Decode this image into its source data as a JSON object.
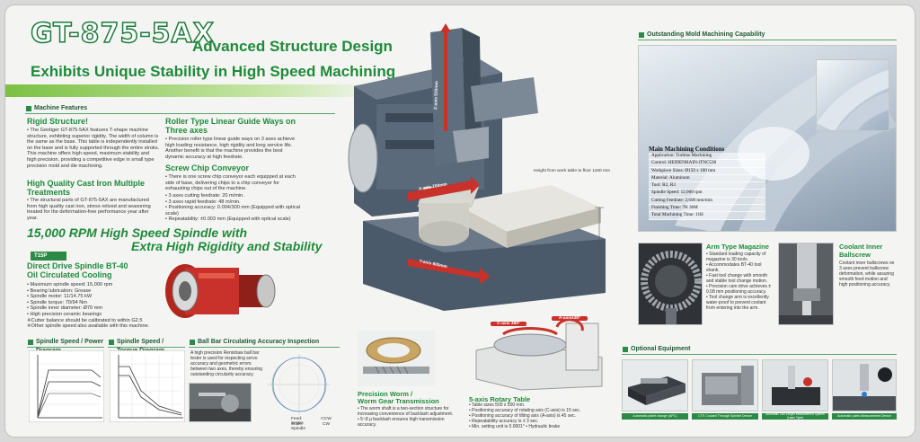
{
  "header": {
    "model": "GT-875-5AX",
    "headline_a": "Advanced Structure Design",
    "headline_b": "Exhibits Unique Stability in High Speed Machining"
  },
  "colors": {
    "brand_green": "#1f8a3a",
    "accent_red": "#c8322a",
    "band_green": "#7bc143"
  },
  "machine_features": {
    "section": "Machine Features",
    "rigid": {
      "title": "Rigid Structure!",
      "text": "• The Gentiger GT-875-5AX features T-shape machine structure, exhibiting superior rigidity. The width of column is the same as the base. This table is independently installed on the base and is fully supported through the entire stroks. This machine offers high speed, maximum stability and high precision, providing a competitive edge in small type precision mold and die machining."
    },
    "cast_iron": {
      "title": "High Quality Cast Iron Multiple Treatments",
      "text": "• The structural parts of GT-875-5AX are manufactured from high quality cast iron, stress relived and seasoning treated for the deformation-free performance year after year."
    },
    "roller": {
      "title": "Roller Type Linear Guide Ways on Three axes",
      "text": "• Precision roller type linear guide ways on 3 axes achieve high loading resistance, high rigidity and long service life. Another benefit is that the machine provides the best dynamic accuracy at high feedrate."
    },
    "chip": {
      "title": "Screw Chip Conveyor",
      "text": "• There is one screw chip conveyor each equipped at each side of base, delivering chips to a chip conveyor for exhausting chips out of the machine."
    },
    "specs": [
      "• 3 axes cutting feedrate: 20 m/min.",
      "• 3 axes rapid feedrate: 48 m/min.",
      "• Positioning accuracy: 0.004/300 mm (Equipped with optical scale)",
      "• Repeatability: ±0.003 mm (Equipped with optical scale)"
    ]
  },
  "spindle": {
    "headline_1": "15,000 RPM High Speed Spindle with",
    "headline_2": "Extra High Rigidity and Stability",
    "tag": "T15P",
    "title_1": "Direct Drive Spindle BT-40",
    "title_2": "Oil Circulated Cooling",
    "items": [
      "• Maximum spindle speed: 15,000 rpm",
      "• Bearing lubrication: Grease",
      "• Spindle motor: 11/14.75 kW",
      "• Spindle torque: 70/94 Nm",
      "• Spindle inner diameter: Ø70 mm",
      "• High precision ceramic bearings",
      "※Cutter balance should be calibrated to within G2.5",
      "※Other spindle speed also available with this machine."
    ]
  },
  "charts": {
    "power_label": "Spindle Speed / Power Diagram",
    "torque_label": "Spindle Speed / Torque Diagram",
    "ballbar_label": "Ball Bar Circulating Accuracy Inspection",
    "ballbar_text": "A high precision Renishaw ball bar tester is used for inspecting servo accuracy and geometric errors between two axes, thereby ensuring outstanding circularity accuracy.",
    "legend_feed": "Feed: Series",
    "legend_scale": "Scale: Spindle",
    "legend_ccw": "CCW",
    "legend_cw": "CW"
  },
  "machine_image": {
    "height_note": "Height from work table to floor 1180 mm",
    "z_axis": "Z-axis 510mm",
    "x_axis": "X-axis 700mm",
    "y_axis": "Y-axis 600mm",
    "c_axis": "C-axis 360°",
    "a_axis": "A-axis±30°"
  },
  "worm": {
    "title_1": "Precision Worm /",
    "title_2": "Worm Gear Transmission",
    "items": [
      "• The worm shaft is a two-section structure for increasing convenience of backlash adjustment.",
      "• 5~8 μ backlash ensures high transmission accuracy."
    ]
  },
  "rotary": {
    "title": "5-axis Rotary Table",
    "items": [
      "• Table sizes 500 x 500 mm.",
      "• Positioning accuracy of rotating axis (C-axis) is 15 sec.",
      "• Positioning accuracy of tilting axis (A-axis) is 45 sec.",
      "• Repeatability accuracy is ± 3 sec.",
      "• Min. setting unit is 0.0001°   • Hydraulic brake"
    ]
  },
  "mold": {
    "section": "Outstanding Mold Machining Capability",
    "cond_title": "Main Machining Conditions",
    "conditions": [
      "Application: Turbine Machining",
      "Control: HEIDENHAIN-iTNC530",
      "Workpiece Sizes: Ø150 x 100 mm",
      "Material: Aluminum",
      "Tool: R2, R3",
      "Spindle Speed: 12,000 rpm",
      "Cutting Feedrate: 2,600 mm/min",
      "Finishing Time: 7H 36M",
      "Total Machining Time: 11H"
    ]
  },
  "magazine": {
    "title": "Arm Type Magazine",
    "items": [
      "• Standard loading capacity of magazine is 30 tools.",
      "• Accommodates BT-40 tool shank.",
      "• Fast tool change with smooth and stable tool change motion.",
      "• Precision cam drive achieves ± 0.08 mm positioning accuracy.",
      "• Tool change arm is excellently water-proof to prevent coolant from entering into the arm."
    ]
  },
  "coolant": {
    "title_1": "Coolant Inner",
    "title_2": "Ballscrew",
    "text": "Coolant inner ballscrews on 3 axes prevent ballscrew deformation, while assuring smooth feed motion and high positioning accuracy."
  },
  "optional": {
    "section": "Optional Equipment",
    "items": [
      "Automatic pallet change (APC)",
      "CTS Coolant Through Spindle Device",
      "Automatic Tool Length Measurement System (Laser Type)",
      "Automatic parts Measurement Device"
    ]
  }
}
